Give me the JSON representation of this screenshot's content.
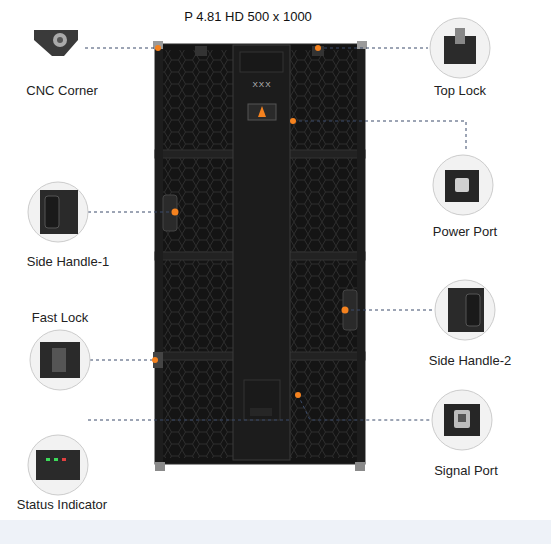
{
  "diagram": {
    "title": "P 4.81 HD 500 x 1000",
    "labels": [
      "CNC Corner",
      "Top Lock",
      "XXX",
      "Power Port",
      "Side Handle-1",
      "Fast Lock",
      "Side Handle-2",
      "Signal Port",
      "Status Indicator"
    ]
  }
}
